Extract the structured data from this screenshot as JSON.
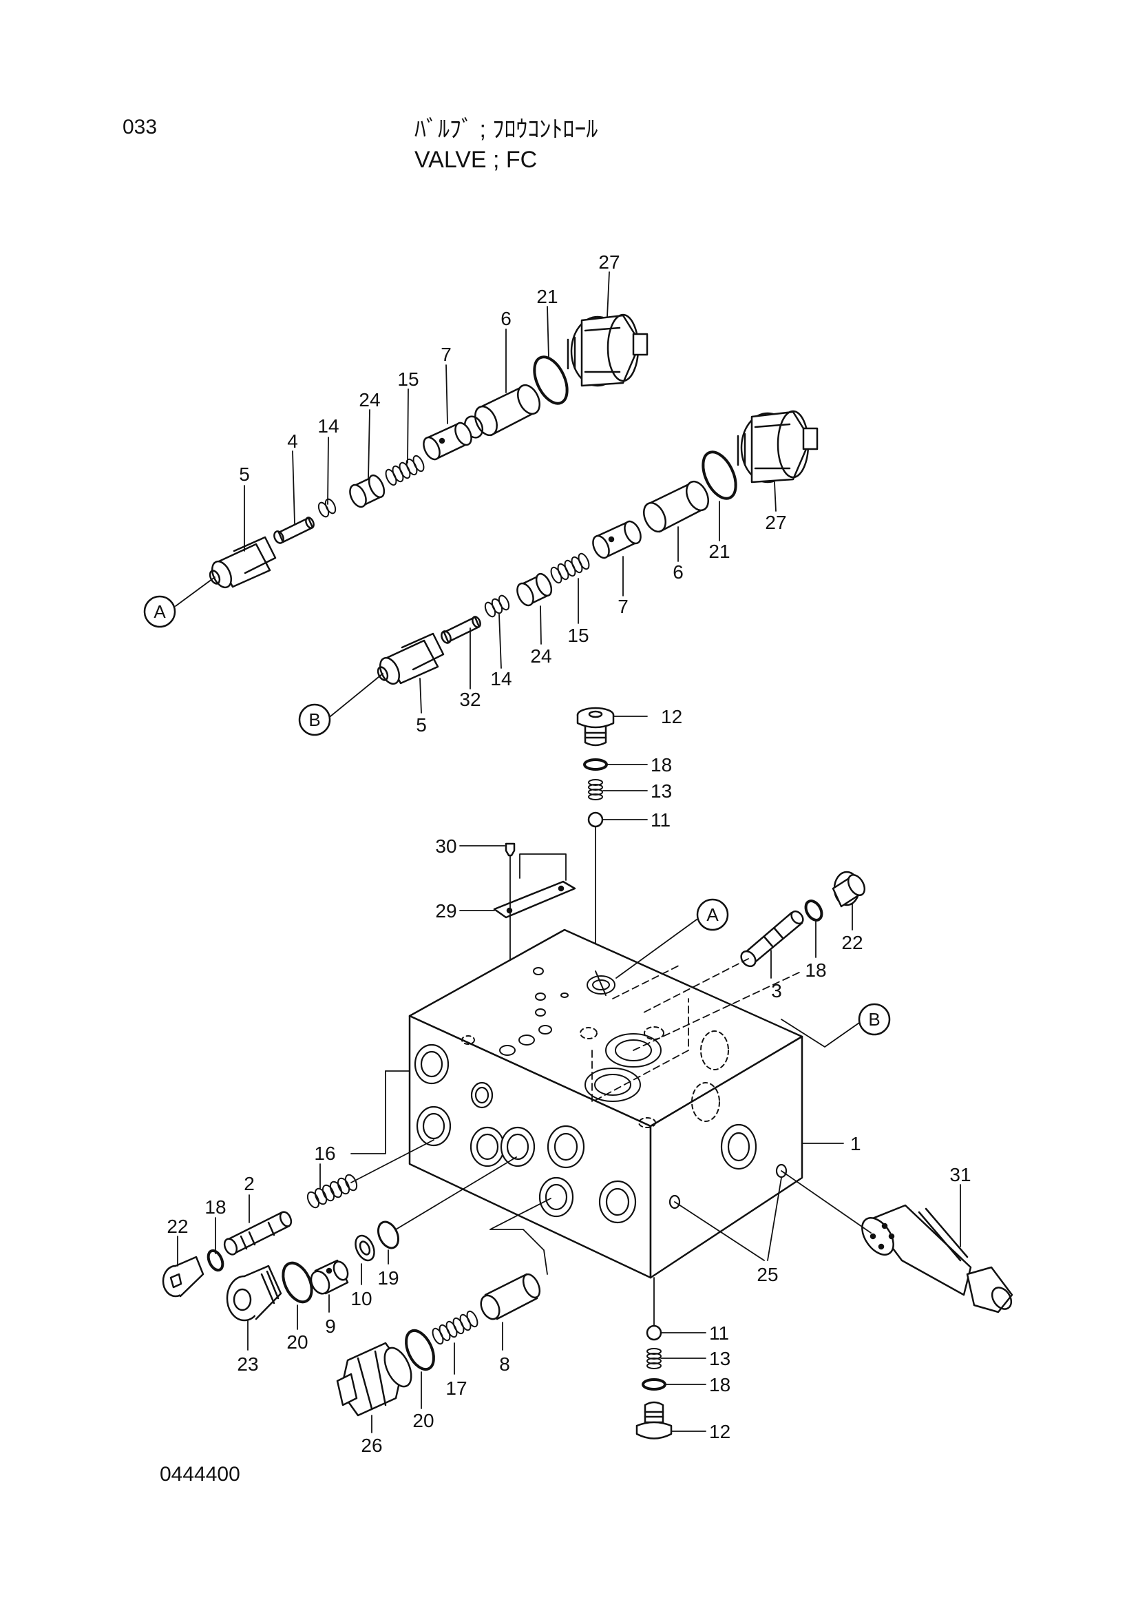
{
  "header": {
    "page_number": "033",
    "title_jp": "ﾊﾞﾙﾌﾞ ; ﾌﾛｳｺﾝﾄﾛｰﾙ",
    "title_en": "VALVE ; FC"
  },
  "footer": {
    "drawing_number": "0444400"
  },
  "part_labels": {
    "a1": "27",
    "a2": "21",
    "a3": "6",
    "a4": "7",
    "a5": "15",
    "a6": "24",
    "a7": "14",
    "a8": "4",
    "a9": "5",
    "b1": "27",
    "b2": "21",
    "b3": "6",
    "b4": "7",
    "b5": "15",
    "b6": "24",
    "b7": "14",
    "b8": "32",
    "b9": "5",
    "t1": "12",
    "t2": "18",
    "t3": "13",
    "t4": "11",
    "p30": "30",
    "p29": "29",
    "s22": "22",
    "s18": "18",
    "s3": "3",
    "p1": "1",
    "l16": "16",
    "l2": "2",
    "l18": "18",
    "l22": "22",
    "l20": "20",
    "l9": "9",
    "l10": "10",
    "l19": "19",
    "l23": "23",
    "p8": "8",
    "p17": "17",
    "p20b": "20",
    "p26": "26",
    "p31": "31",
    "p25": "25",
    "bt11": "11",
    "bt13": "13",
    "bt18": "18",
    "bt12": "12"
  },
  "callouts": {
    "a_left": "A",
    "b_left": "B",
    "a_body": "A",
    "b_body": "B"
  }
}
